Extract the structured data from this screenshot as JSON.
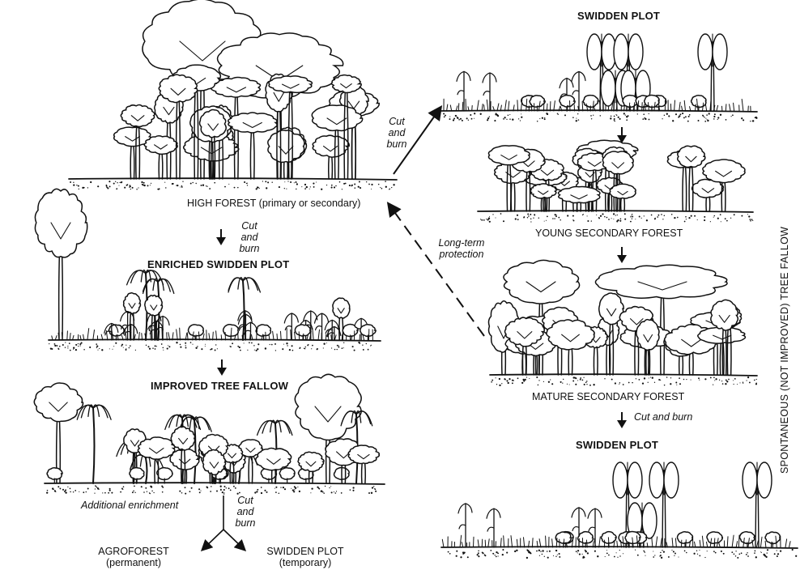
{
  "colors": {
    "ink": "#111111",
    "paper": "#ffffff"
  },
  "labels": {
    "high_forest": "HIGH FOREST (primary or secondary)",
    "enriched_swidden_plot": "ENRICHED SWIDDEN PLOT",
    "improved_tree_fallow": "IMPROVED TREE FALLOW",
    "additional_enrichment": "Additional enrichment",
    "agroforest": "AGROFOREST",
    "agroforest_sub": "(permanent)",
    "swidden_plot_temp": "SWIDDEN PLOT",
    "swidden_plot_temp_sub": "(temporary)",
    "swidden_plot_top": "SWIDDEN PLOT",
    "young_secondary_forest": "YOUNG SECONDARY FOREST",
    "mature_secondary_forest": "MATURE SECONDARY FOREST",
    "swidden_plot_bottom": "SWIDDEN PLOT",
    "long_term_protection_1": "Long-term",
    "long_term_protection_2": "protection",
    "side_caption": "SPONTANEOUS (NOT IMPROVED) TREE FALLOW"
  },
  "transitions": {
    "cut_burn_top": [
      "Cut",
      "and",
      "burn"
    ],
    "cut_burn_left": [
      "Cut",
      "and",
      "burn"
    ],
    "cut_burn_bottom_left": [
      "Cut",
      "and",
      "burn"
    ],
    "cut_burn_right": "Cut and burn"
  },
  "scenes": {
    "high_forest": {
      "composition": "tall-canopy",
      "density": 22
    },
    "enriched_swidden": {
      "composition": "palms-crops-saplings",
      "density": 26
    },
    "improved_fallow": {
      "composition": "palms-mixed-trees",
      "density": 24
    },
    "swidden_top": {
      "composition": "crops-bananas",
      "density": 20
    },
    "young_secondary": {
      "composition": "small-trees",
      "density": 20
    },
    "mature_secondary": {
      "composition": "mixed-canopy",
      "density": 18
    },
    "swidden_bottom": {
      "composition": "crops-bananas",
      "density": 22
    }
  }
}
